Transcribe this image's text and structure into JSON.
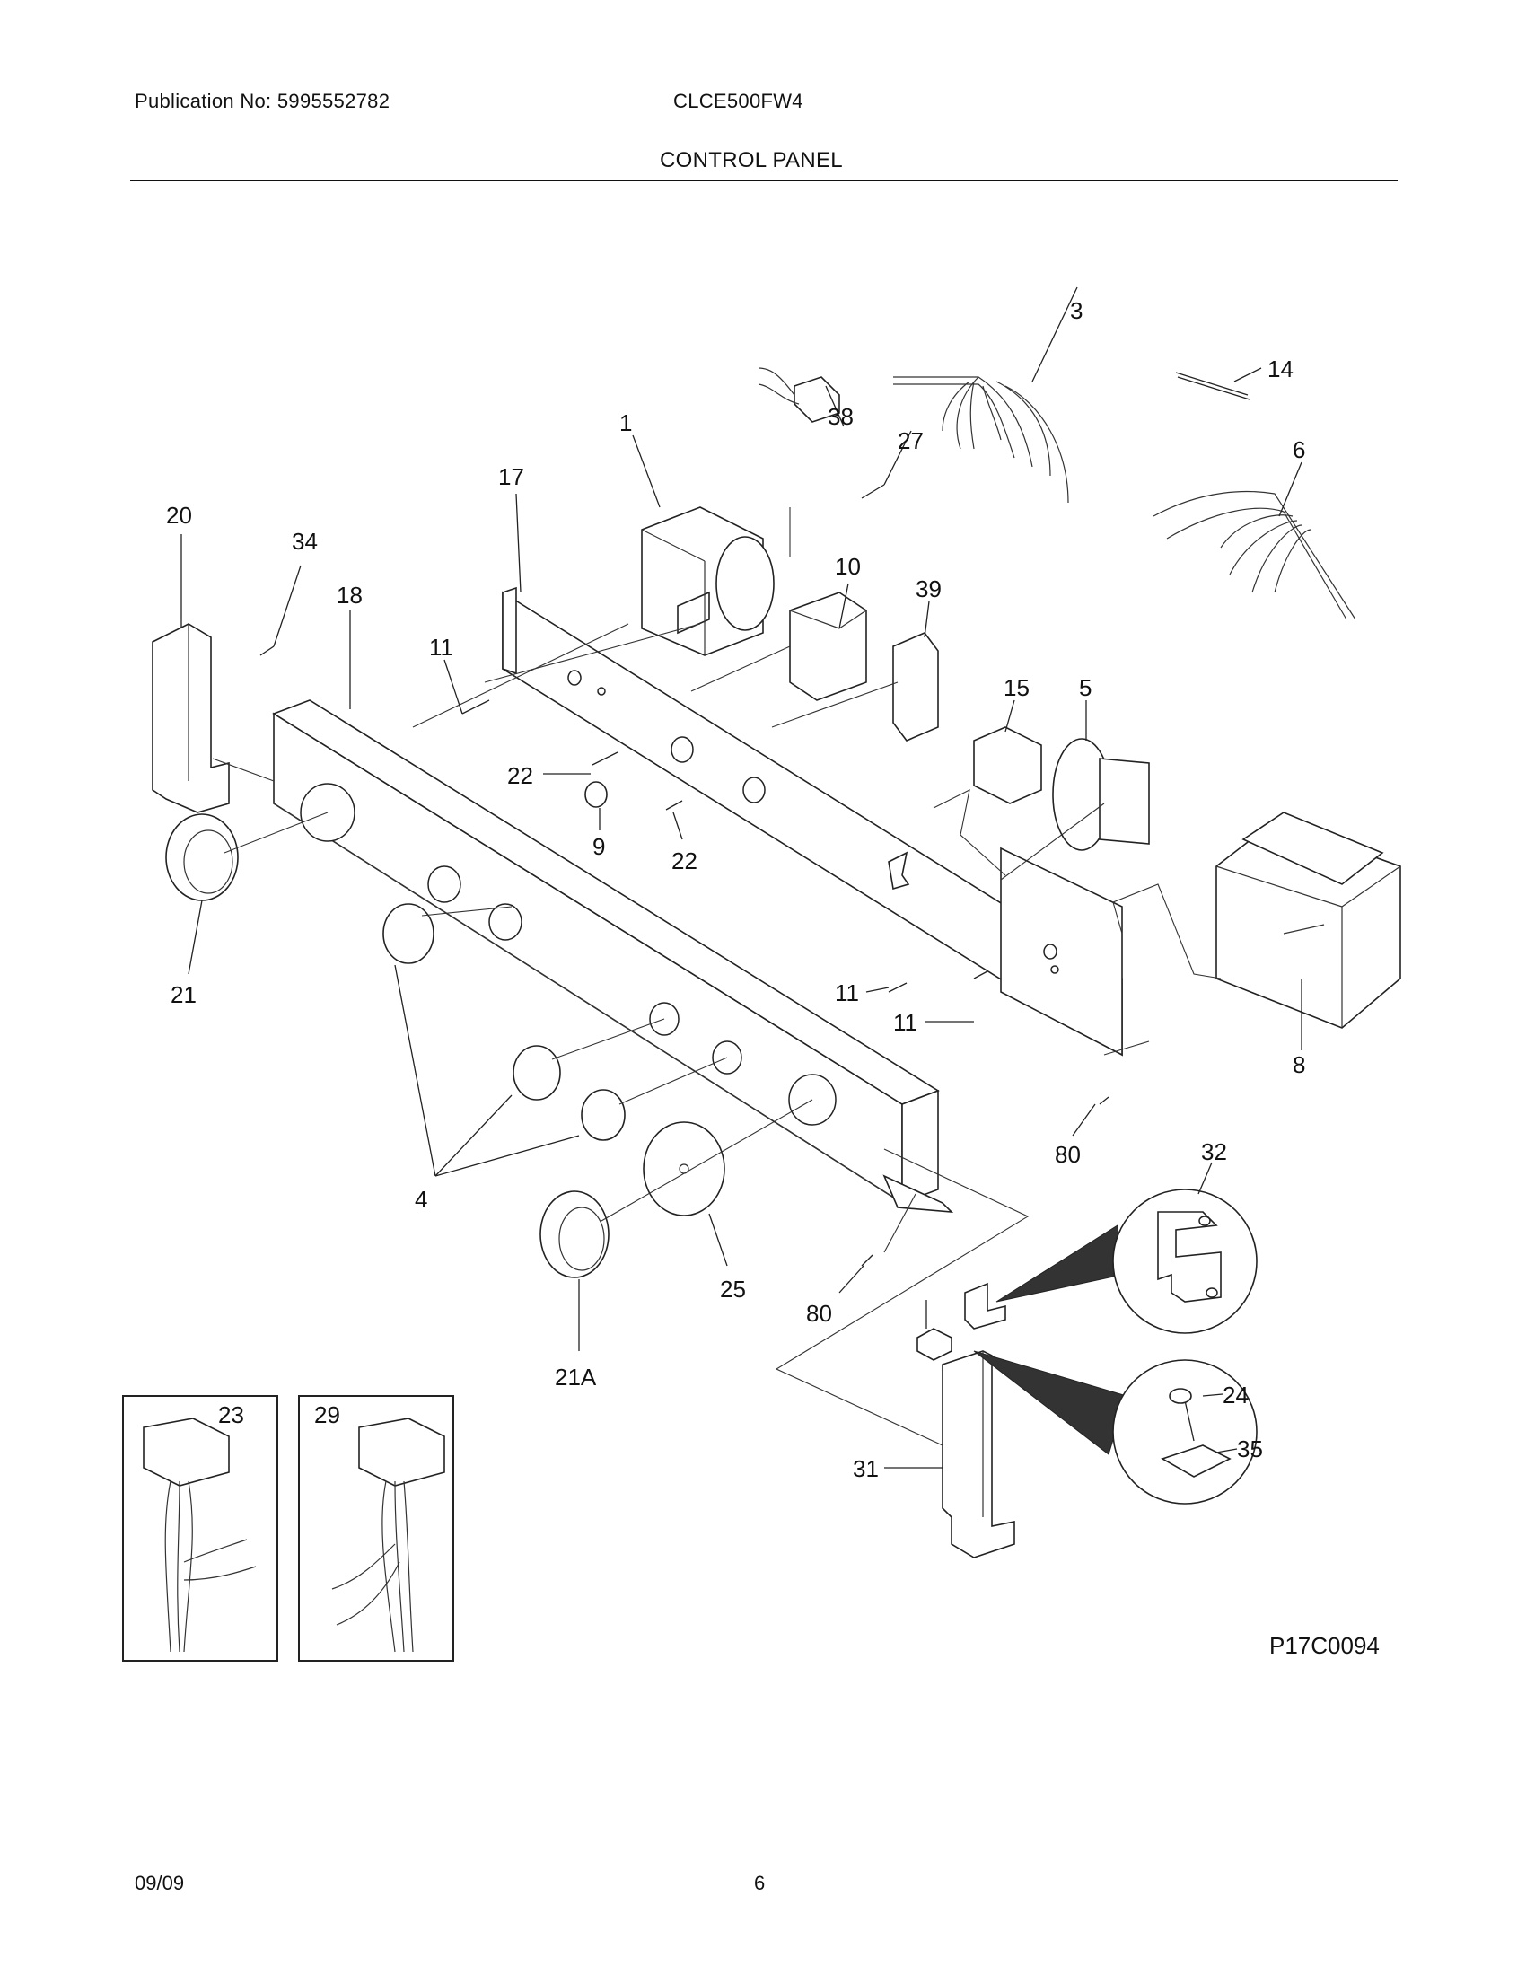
{
  "header": {
    "publication": "Publication No: 5995552782",
    "model": "CLCE500FW4",
    "section": "CONTROL PANEL"
  },
  "callouts": {
    "c1": "1",
    "c3": "3",
    "c4": "4",
    "c5": "5",
    "c6": "6",
    "c8": "8",
    "c9": "9",
    "c10": "10",
    "c11a": "11",
    "c11b": "11",
    "c11c": "11",
    "c14": "14",
    "c15": "15",
    "c17": "17",
    "c18": "18",
    "c20": "20",
    "c21": "21",
    "c21a": "21A",
    "c22a": "22",
    "c22b": "22",
    "c23": "23",
    "c24": "24",
    "c25": "25",
    "c27": "27",
    "c29": "29",
    "c31": "31",
    "c32": "32",
    "c34": "34",
    "c35": "35",
    "c38": "38",
    "c39": "39",
    "c80a": "80",
    "c80b": "80"
  },
  "figure_code": "P17C0094",
  "footer": {
    "date": "09/09",
    "page": "6"
  }
}
